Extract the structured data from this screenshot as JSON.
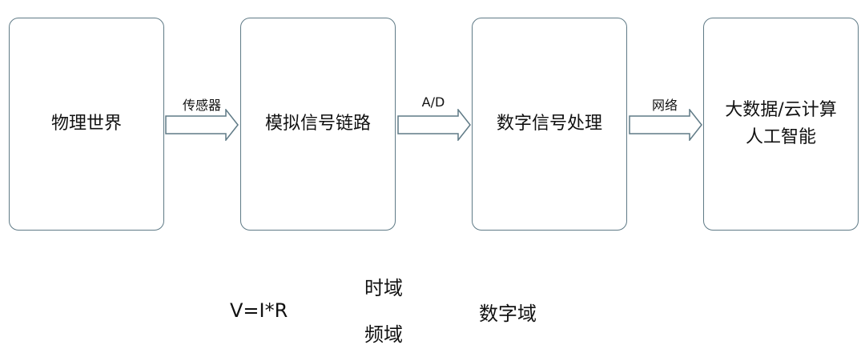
{
  "stages": [
    {
      "lines": [
        "物理世界"
      ]
    },
    {
      "lines": [
        "模拟信号链路"
      ]
    },
    {
      "lines": [
        "数字信号处理"
      ]
    },
    {
      "lines": [
        "大数据/云计算",
        "人工智能"
      ]
    }
  ],
  "arrows": [
    {
      "label": "传感器"
    },
    {
      "label": "A/D"
    },
    {
      "label": "网络"
    }
  ],
  "notes": {
    "formula": "V=I*R",
    "time_domain": "时域",
    "frequency_domain": "频域",
    "digital_domain": "数字域"
  }
}
